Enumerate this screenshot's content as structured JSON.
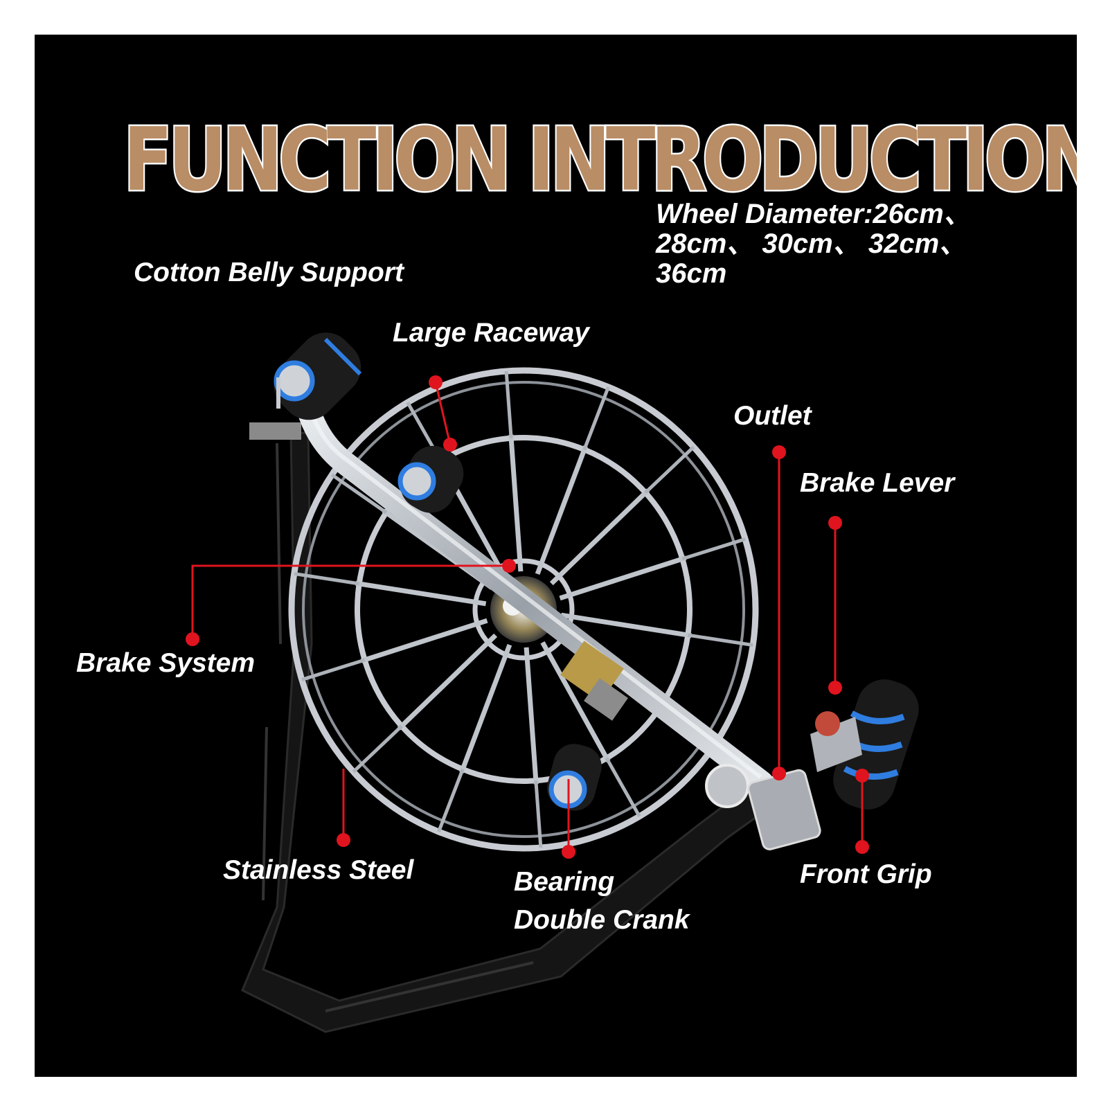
{
  "title": "FUNCTION INTRODUCTION",
  "wheel_diameter": {
    "line1": "Wheel Diameter:26cm、",
    "line2": "28cm、 30cm、 32cm、",
    "line3": "36cm"
  },
  "labels": {
    "cotton_belly_support": "Cotton Belly Support",
    "large_raceway": "Large Raceway",
    "outlet": "Outlet",
    "brake_lever": "Brake Lever",
    "brake_system": "Brake System",
    "stainless_steel": "Stainless Steel",
    "bearing": "Bearing",
    "double_crank": "Double Crank",
    "front_grip": "Front Grip"
  },
  "colors": {
    "background": "#000000",
    "title_fill": "#b98d66",
    "title_outline": "#ffffff",
    "label_text": "#ffffff",
    "callout": "#e0141e",
    "steel": "#c8ccd2",
    "grip_accent": "#2f7de0"
  }
}
